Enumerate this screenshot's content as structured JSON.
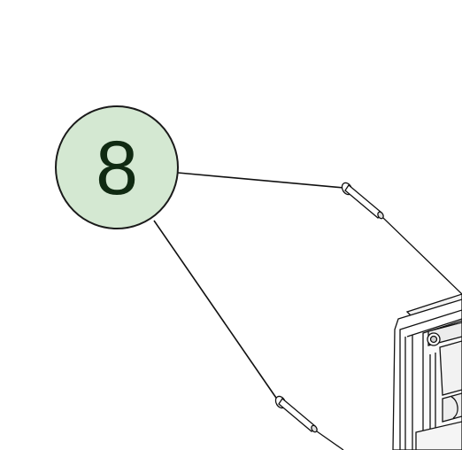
{
  "callout": {
    "number": "8",
    "fill_color": "#d4e8d2",
    "stroke_color": "#1a1a1a",
    "text_color": "#102a12"
  },
  "part": {
    "name": "pin",
    "quantity_shown": 2
  },
  "line_color": "#111111"
}
